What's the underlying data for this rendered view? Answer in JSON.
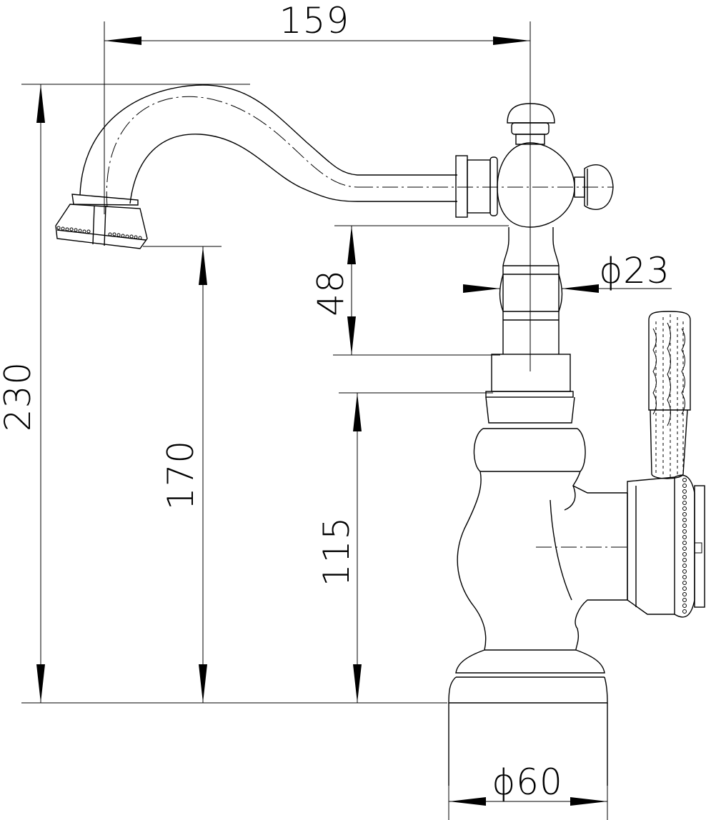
{
  "dimensions": {
    "spout_reach": "159",
    "total_height": "230",
    "outlet_height": "170",
    "neck_height": "48",
    "neck_diameter": "ϕ23",
    "base_height": "115",
    "base_diameter": "ϕ60"
  }
}
